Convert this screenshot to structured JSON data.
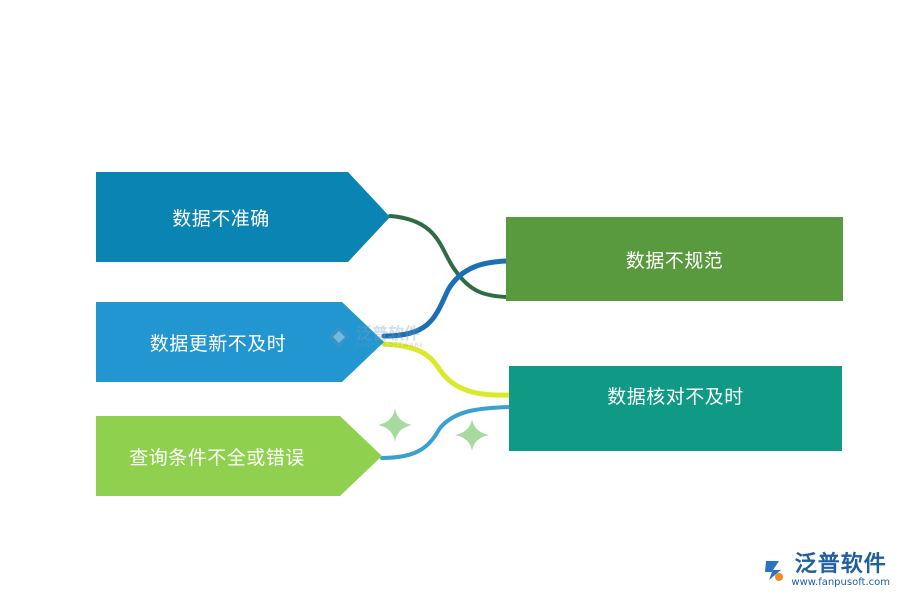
{
  "nodes": {
    "left_top": {
      "label": "数据不准确",
      "color": "#0a85b3"
    },
    "left_mid": {
      "label": "数据更新不及时",
      "color": "#2196d1"
    },
    "left_bottom": {
      "label": "查询条件不全或错误",
      "color": "#8fd14f"
    },
    "right_top": {
      "label": "数据不规范",
      "color": "#5a9a3f"
    },
    "right_bottom": {
      "label": "数据核对不及时",
      "color": "#0e9a84"
    }
  },
  "watermark": {
    "text": "泛普软件",
    "sub": "FANPU SOFTWARE"
  },
  "logo": {
    "text": "泛普软件",
    "url": "www.fanpusoft.com"
  }
}
